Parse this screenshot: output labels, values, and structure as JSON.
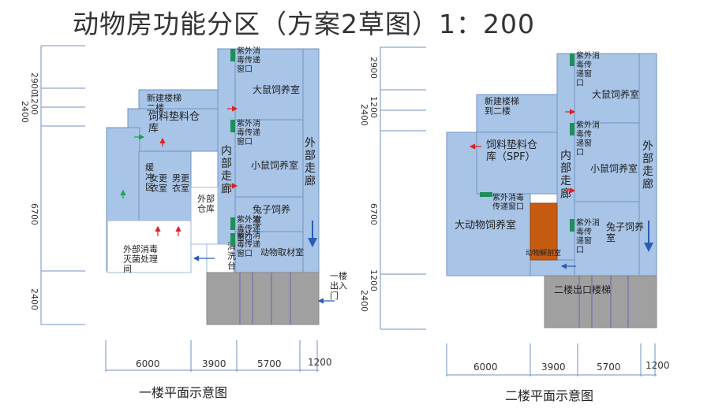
{
  "title": "动物房功能分区（方案2草图）1：200",
  "colors": {
    "room_fill": "#a8c4e6",
    "room_edge": "#6f93c4",
    "wall": "#5c82b8",
    "stair": "#a0a0a0",
    "highlight": "#c55a11",
    "uv_window": "#1f8f5a",
    "arrow_red": "#e02020",
    "arrow_green": "#1fa050",
    "arrow_blue": "#2a5db0",
    "dim_line": "#7090c0"
  },
  "floor1": {
    "caption": "一楼平面示意图",
    "dims_vertical": [
      "2900",
      "1200",
      "2400",
      "6700",
      "2400"
    ],
    "dims_horizontal": [
      "6000",
      "3900",
      "5700",
      "1200"
    ],
    "rooms": {
      "new_stair": "新建楼梯\n二楼",
      "feed_store": "饲料垫料仓\n库",
      "rat_room": "大鼠饲养室",
      "mouse_room": "小鼠饲养室",
      "rabbit_room": "兔子饲养\n室",
      "sampling_room": "动物取材室",
      "inner_corridor": "内\n部\n走\n廊",
      "outer_corridor": "外\n部\n走\n廊",
      "buffer": "缓\n冲\n区",
      "female_locker": "女更\n衣室",
      "male_locker": "男更\n衣室",
      "external_store": "外部\n仓库",
      "disinfection": "外部消毒\n灭菌处理\n间",
      "wash": "清\n洗\n台",
      "entrance": "一楼\n出入\n门"
    },
    "uv_windows": [
      "紫外消\n毒传递\n窗口",
      "紫外消\n毒传递\n窗口",
      "紫外消\n毒传递\n窗口",
      "紫外消\n毒传递\n窗口"
    ]
  },
  "floor2": {
    "caption": "二楼平面示意图",
    "dims_vertical": [
      "2900",
      "1200",
      "2400",
      "6700",
      "1200",
      "2400"
    ],
    "dims_horizontal": [
      "6000",
      "3900",
      "5700",
      "1200"
    ],
    "rooms": {
      "new_stair": "新建楼梯\n到二楼",
      "feed_store": "饲料垫料仓\n库（SPF）",
      "rat_room": "大鼠饲养室",
      "mouse_room": "小鼠饲养室",
      "rabbit_room": "兔子饲养\n室",
      "large_animal": "大动物饲养室",
      "dissection": "动物解剖室",
      "exit_stair": "二楼出口楼梯",
      "inner_corridor": "内\n部\n走\n廊",
      "outer_corridor": "外\n部\n走\n廊"
    },
    "uv_windows": [
      "紫外消\n毒传\n递窗\n口",
      "紫外消\n毒传\n递窗\n口",
      "紫外消毒\n传递窗口",
      "紫外消\n毒传\n递窗\n口"
    ]
  }
}
